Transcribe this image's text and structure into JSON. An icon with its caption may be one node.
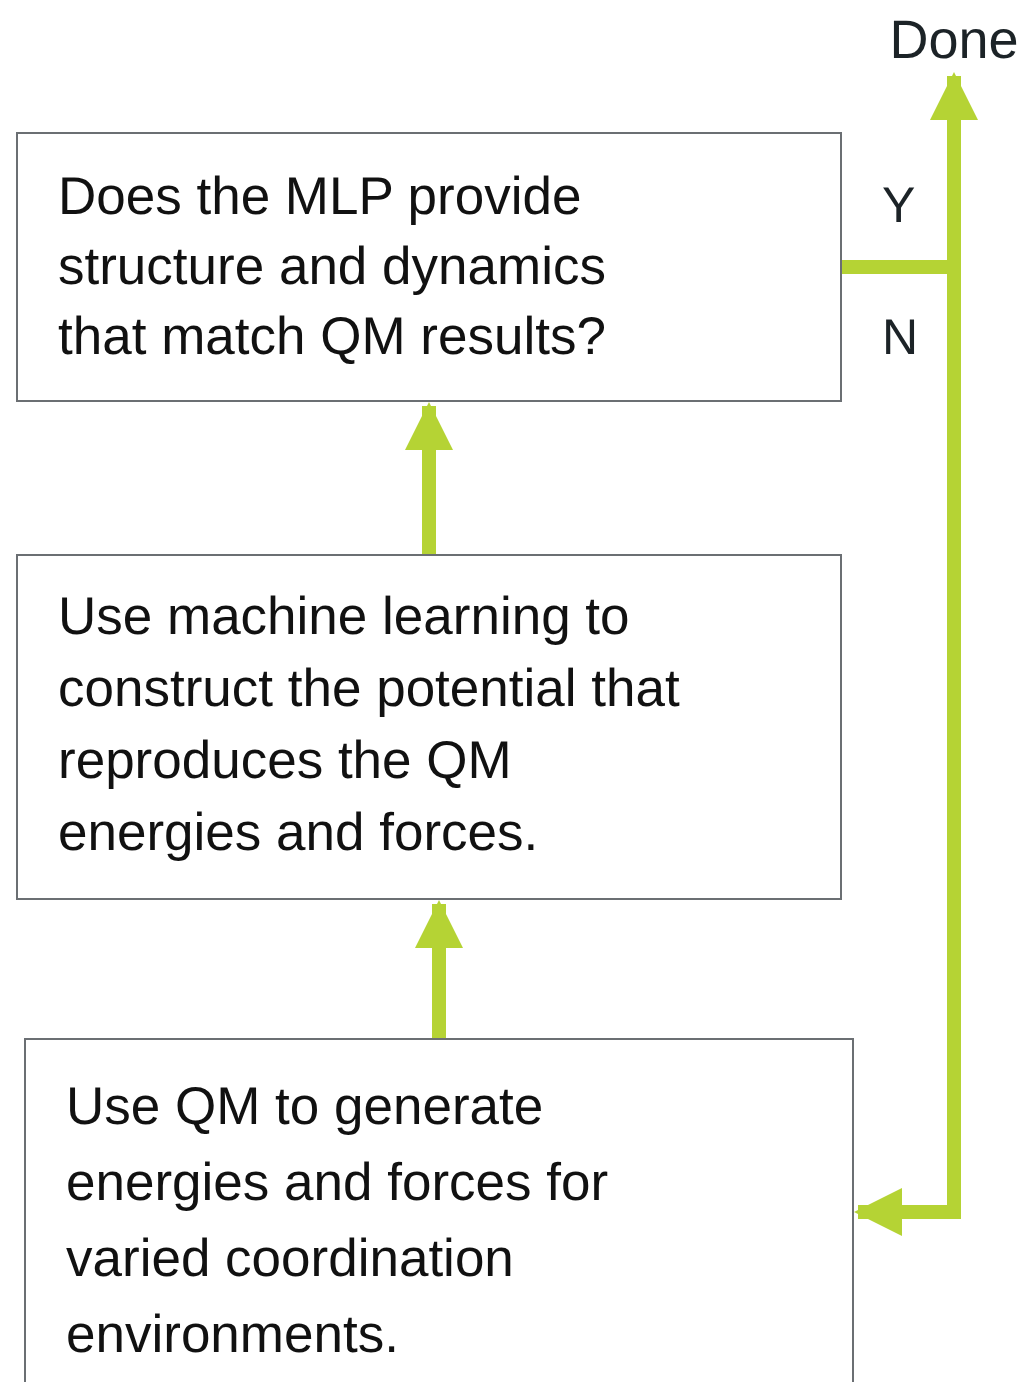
{
  "diagram": {
    "nodes": [
      {
        "text": [
          "Does the MLP provide structure and dynamics that match QM results?"
        ]
      },
      {
        "text": [
          "Use machine learning to construct the potential that reproduces the QM energies and forces."
        ]
      },
      {
        "text": [
          "Use QM to generate energies and forces for varied coordination environments."
        ]
      },
      {
        "text": [
          "Done"
        ]
      }
    ],
    "edges": [
      {
        "from": 2,
        "to": 1,
        "arrow": "to"
      },
      {
        "from": 1,
        "to": 0,
        "arrow": "to"
      },
      {
        "from": 0,
        "to": 3,
        "arrow": "to",
        "label": "Y"
      },
      {
        "from": 0,
        "to": 2,
        "arrow": "to",
        "label": "N"
      }
    ]
  }
}
